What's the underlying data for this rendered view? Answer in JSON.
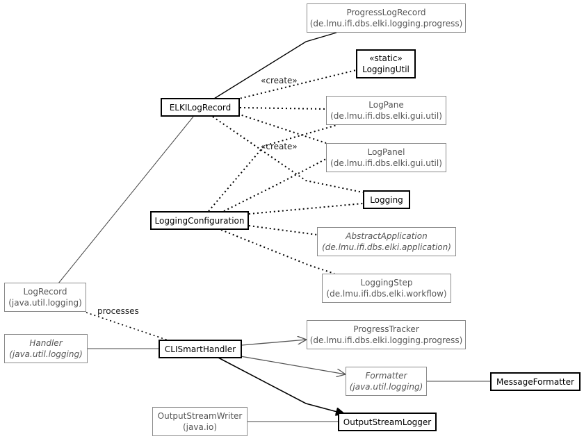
{
  "nodes": {
    "progress_log_record": {
      "name": "ProgressLogRecord",
      "pkg": "(de.lmu.ifi.dbs.elki.logging.progress)"
    },
    "logging_util": {
      "stereotype": "«static»",
      "name": "LoggingUtil"
    },
    "elki_log_record": {
      "name": "ELKILogRecord"
    },
    "log_pane": {
      "name": "LogPane",
      "pkg": "(de.lmu.ifi.dbs.elki.gui.util)"
    },
    "log_panel": {
      "name": "LogPanel",
      "pkg": "(de.lmu.ifi.dbs.elki.gui.util)"
    },
    "logging": {
      "name": "Logging"
    },
    "logging_configuration": {
      "name": "LoggingConfiguration"
    },
    "abstract_application": {
      "name": "AbstractApplication",
      "pkg": "(de.lmu.ifi.dbs.elki.application)"
    },
    "logging_step": {
      "name": "LoggingStep",
      "pkg": "(de.lmu.ifi.dbs.elki.workflow)"
    },
    "log_record": {
      "name": "LogRecord",
      "pkg": "(java.util.logging)"
    },
    "handler": {
      "name": "Handler",
      "pkg": "(java.util.logging)"
    },
    "cli_smart_handler": {
      "name": "CLISmartHandler"
    },
    "progress_tracker": {
      "name": "ProgressTracker",
      "pkg": "(de.lmu.ifi.dbs.elki.logging.progress)"
    },
    "formatter": {
      "name": "Formatter",
      "pkg": "(java.util.logging)"
    },
    "message_formatter": {
      "name": "MessageFormatter"
    },
    "output_stream_writer": {
      "name": "OutputStreamWriter",
      "pkg": "(java.io)"
    },
    "output_stream_logger": {
      "name": "OutputStreamLogger"
    }
  },
  "edge_labels": {
    "create_logging_util": "«create»",
    "create_logging": "«create»",
    "processes": "processes"
  },
  "colors": {
    "main_border": "#000000",
    "external_border": "#8a8a8a",
    "external_text": "#555555",
    "line": "#000000",
    "generalization_line": "#444444",
    "association_arrow": "#555555"
  }
}
